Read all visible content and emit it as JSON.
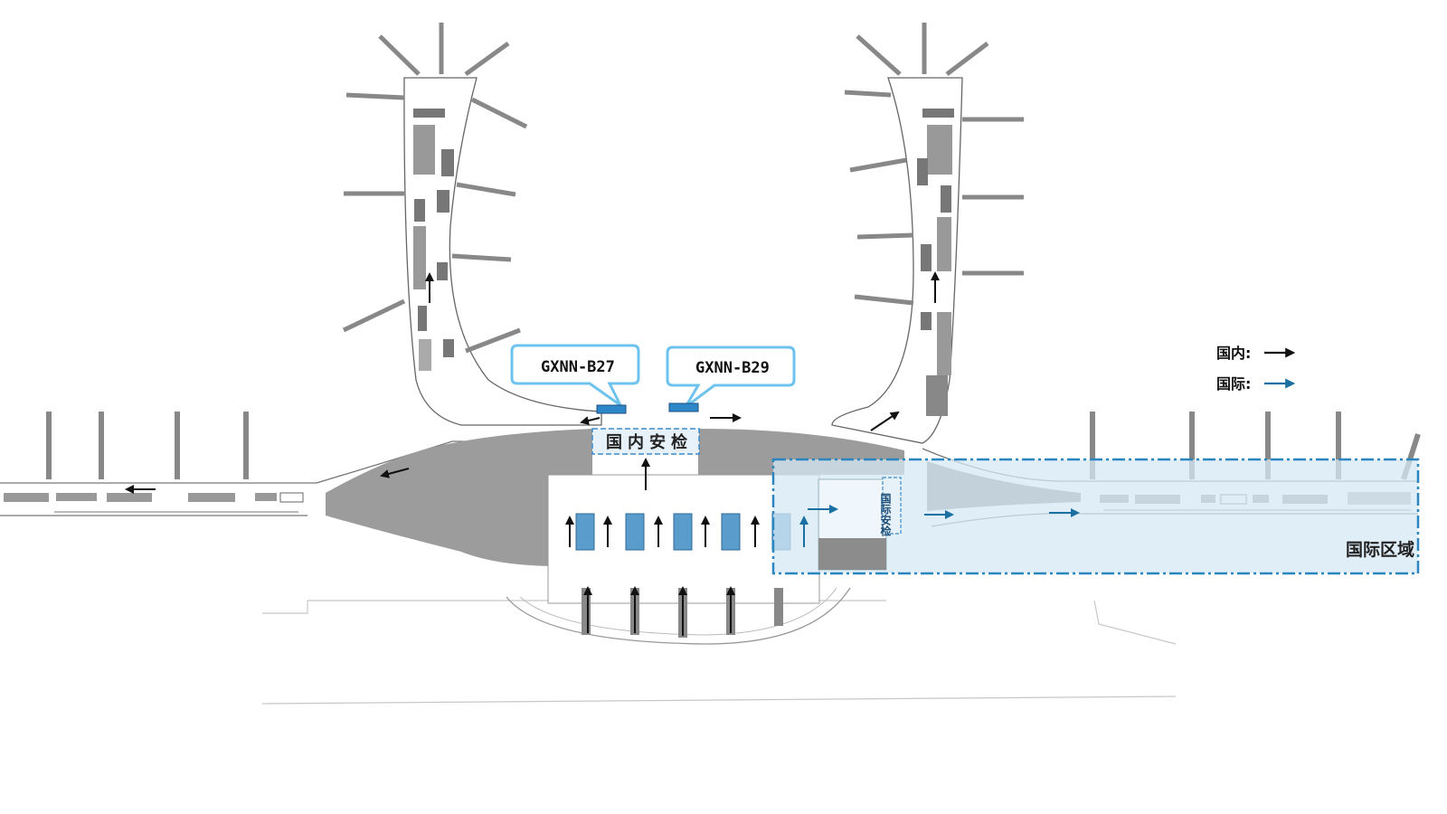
{
  "callouts": [
    {
      "label": "GXNN-B27"
    },
    {
      "label": "GXNN-B29"
    }
  ],
  "areas": {
    "domestic_security": "国内安检",
    "international_security": "国际安检",
    "international_zone": "国际区域"
  },
  "legend": [
    {
      "label": "国内:",
      "color": "#111111"
    },
    {
      "label": "国际:",
      "color": "#1a6fa3"
    }
  ],
  "colors": {
    "domestic_arrow": "#111111",
    "international_arrow": "#1a6fa3",
    "callout_border": "#6ec3ee",
    "callout_marker": "#2d86c8",
    "international_zone_fill": "#d6e8f5",
    "international_zone_border": "#2a85c0",
    "concourse_fill": "#999999"
  }
}
